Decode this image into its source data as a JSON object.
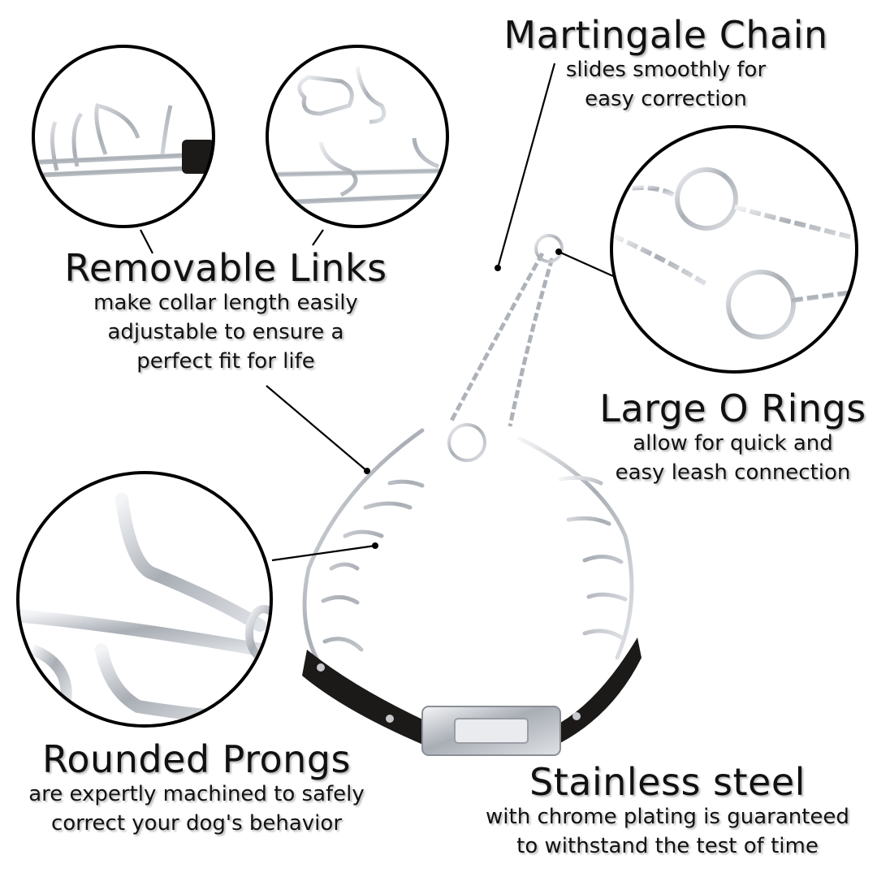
{
  "callouts": {
    "martingale": {
      "title": "Martingale Chain",
      "line1": "slides smoothly for",
      "line2": "easy correction"
    },
    "removable": {
      "title": "Removable Links",
      "line1": "make collar length easily",
      "line2": "adjustable to ensure a",
      "line3": "perfect fit for life"
    },
    "rings": {
      "title": "Large O Rings",
      "line1": "allow for quick and",
      "line2": "easy leash connection"
    },
    "prongs": {
      "title": "Rounded Prongs",
      "line1": "are expertly machined to safely",
      "line2": "correct your dog's behavior"
    },
    "steel": {
      "title": "Stainless steel",
      "line1": "with chrome plating is guaranteed",
      "line2": "to withstand the test of time"
    }
  },
  "insets": [
    {
      "name": "removable-links-detail-left",
      "depicts": "prong links joined to leather strap"
    },
    {
      "name": "removable-links-detail-right",
      "depicts": "single detached prong link above chain"
    },
    {
      "name": "o-rings-detail",
      "depicts": "two large O rings on curb chain"
    },
    {
      "name": "rounded-prongs-detail",
      "depicts": "close-up of rounded prong tip"
    }
  ],
  "colors": {
    "background": "#ffffff",
    "text": "#111111",
    "outline": "#000000",
    "chrome": "#b8bcc2",
    "chrome_highlight": "#eef0f3",
    "leather": "#1c1a19"
  }
}
